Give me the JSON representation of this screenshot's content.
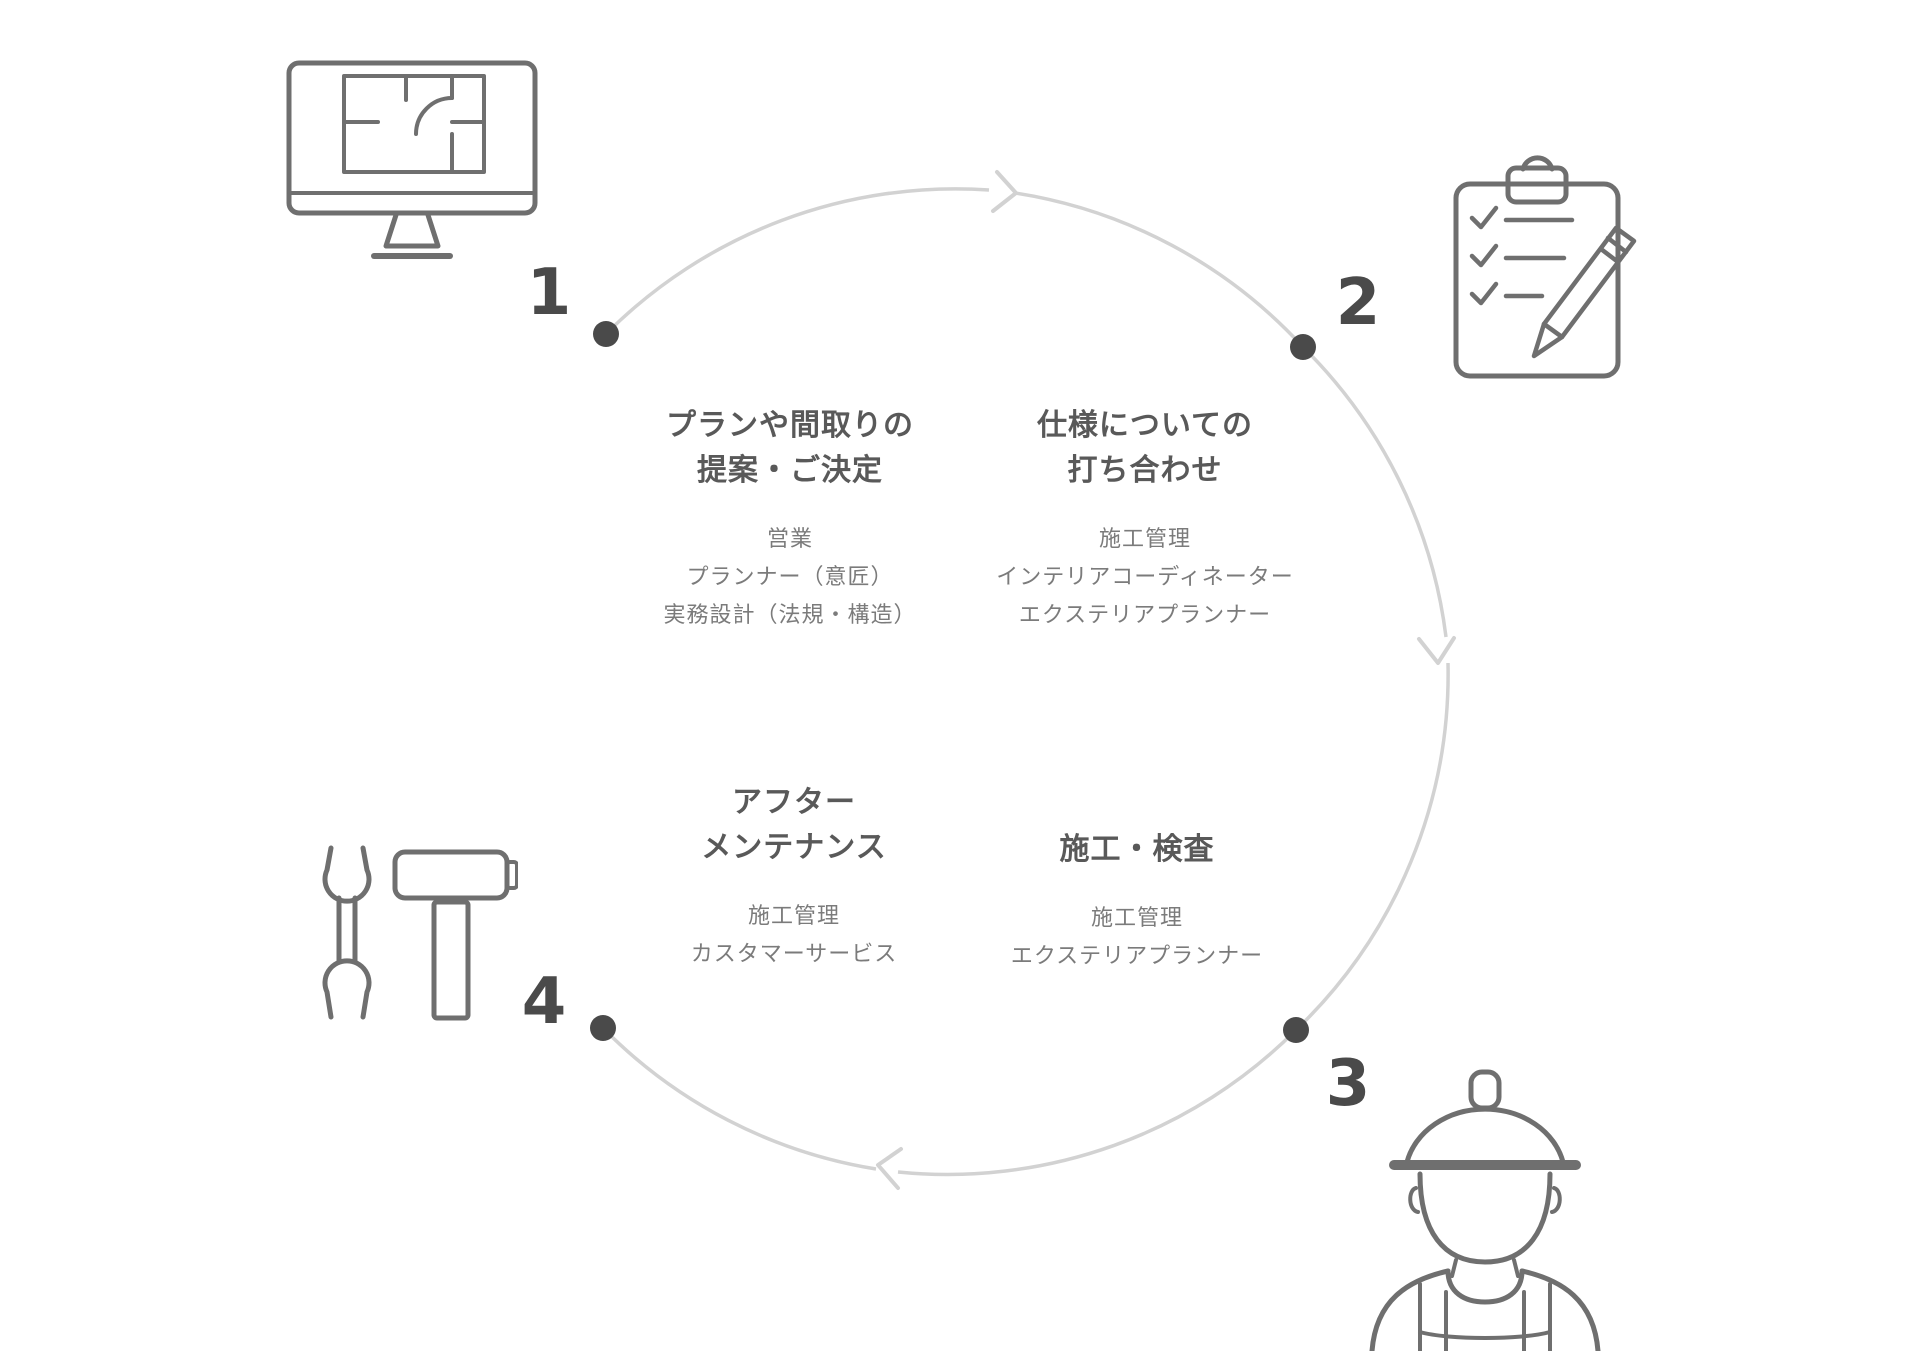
{
  "diagram": {
    "type": "circular-process-flow",
    "background": "#ffffff",
    "colors": {
      "circle_arc": "#d2d2d2",
      "step_dot": "#4a4a4a",
      "step_number": "#4a4a4a",
      "step_title": "#595959",
      "step_members": "#7b7b7b",
      "icon_stroke": "#6f6f6f"
    },
    "direction": "clockwise",
    "steps": [
      {
        "number": "1",
        "title_lines": [
          "プランや間取りの",
          "提案・ご決定"
        ],
        "members": [
          "営業",
          "プランナー（意匠）",
          "実務設計（法規・構造）"
        ],
        "icon": "monitor-floorplan-icon",
        "position": "top-left"
      },
      {
        "number": "2",
        "title_lines": [
          "仕様についての",
          "打ち合わせ"
        ],
        "members": [
          "施工管理",
          "インテリアコーディネーター",
          "エクステリアプランナー"
        ],
        "icon": "clipboard-checklist-pencil-icon",
        "position": "top-right"
      },
      {
        "number": "3",
        "title_lines": [
          "施工・検査"
        ],
        "members": [
          "施工管理",
          "エクステリアプランナー"
        ],
        "icon": "construction-worker-icon",
        "position": "bottom-right"
      },
      {
        "number": "4",
        "title_lines": [
          "アフター",
          "メンテナンス"
        ],
        "members": [
          "施工管理",
          "カスタマーサービス"
        ],
        "icon": "wrench-hammer-icon",
        "position": "bottom-left"
      }
    ]
  }
}
